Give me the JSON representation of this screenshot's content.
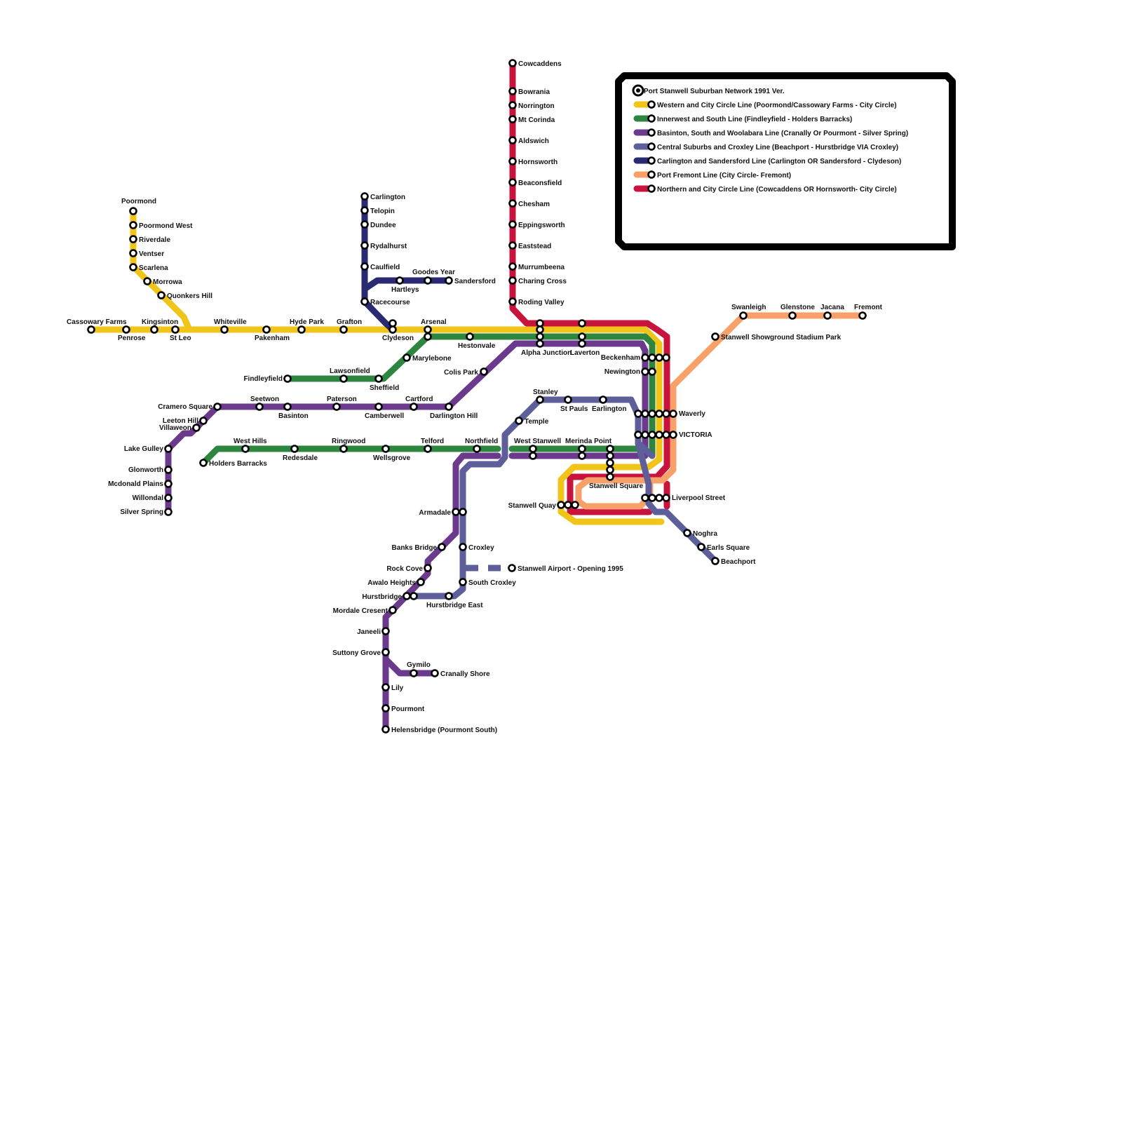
{
  "map": {
    "legend": {
      "title": "Port Stanwell Suburban Network 1991 Ver.",
      "items": [
        {
          "line": "western",
          "label": "Western and City Circle Line (Poormond/Cassowary Farms - City Circle)"
        },
        {
          "line": "innerwest",
          "label": "Innerwest and South Line (Findleyfield - Holders Barracks)"
        },
        {
          "line": "basinton",
          "label": "Basinton, South and Woolabara Line (Cranally Or Pourmont - Silver Spring)"
        },
        {
          "line": "central",
          "label": "Central Suburbs and Croxley Line (Beachport  - Hurstbridge VIA Croxley)"
        },
        {
          "line": "carlington",
          "label": "Carlington and Sandersford Line (Carlington OR Sandersford - Clydeson)"
        },
        {
          "line": "fremont",
          "label": "Port Fremont Line (City Circle- Fremont)"
        },
        {
          "line": "northern",
          "label": "Northern and City Circle Line (Cowcaddens OR Hornsworth- City Circle)"
        }
      ]
    },
    "lines": {
      "western": {
        "color": "#f0c419"
      },
      "innerwest": {
        "color": "#2e8540"
      },
      "basinton": {
        "color": "#6b3a8c"
      },
      "central": {
        "color": "#5e5f9a"
      },
      "carlington": {
        "color": "#2a2a72"
      },
      "fremont": {
        "color": "#f8a06a"
      },
      "northern": {
        "color": "#c8143c"
      }
    },
    "stations": {
      "poormond": "Poormond",
      "poormond_west": "Poormond West",
      "riverdale": "Riverdale",
      "ventser": "Ventser",
      "scarlena": "Scarlena",
      "morrowa": "Morrowa",
      "quonkers_hill": "Quonkers Hill",
      "cassowary_farms": "Cassowary Farms",
      "penrose": "Penrose",
      "kingsinton": "Kingsinton",
      "st_leo": "St Leo",
      "whiteville": "Whiteville",
      "pakenham": "Pakenham",
      "hyde_park": "Hyde Park",
      "grafton": "Grafton",
      "clydeson": "Clydeson",
      "arsenal": "Arsenal",
      "hestonvale": "Hestonvale",
      "alpha_junction": "Alpha Junction",
      "laverton": "Laverton",
      "beckenham": "Beckenham",
      "newington": "Newington",
      "waverly": "Waverly",
      "victoria": "VICTORIA",
      "liverpool_street": "Liverpool Street",
      "carlington": "Carlington",
      "telopin": "Telopin",
      "dundee": "Dundee",
      "rydalhurst": "Rydalhurst",
      "caulfield": "Caulfield",
      "racecourse": "Racecourse",
      "hartleys": "Hartleys",
      "goodes_year": "Goodes Year",
      "sandersford": "Sandersford",
      "cowcaddens": "Cowcaddens",
      "bowrania": "Bowrania",
      "norrington": "Norrington",
      "mt_corinda": "Mt Corinda",
      "aldswich": "Aldswich",
      "hornsworth": "Hornsworth",
      "beaconsfield": "Beaconsfield",
      "chesham": "Chesham",
      "eppingsworth": "Eppingsworth",
      "eaststead": "Eaststead",
      "murrumbeena": "Murrumbeena",
      "charing_cross": "Charing Cross",
      "roding_valley": "Roding Valley",
      "findleyfield": "Findleyfield",
      "lawsonfield": "Lawsonfield",
      "sheffield": "Sheffield",
      "marylebone": "Marylebone",
      "colis_park": "Colis Park",
      "cramero_square": "Cramero Square",
      "seetwon": "Seetwon",
      "basinton": "Basinton",
      "paterson": "Paterson",
      "camberwell": "Camberwell",
      "cartford": "Cartford",
      "darlington_hill": "Darlington Hill",
      "leeton_hill": "Leeton Hill",
      "villaweon": "Villaweon",
      "lake_gulley": "Lake Gulley",
      "glonworth": "Glonworth",
      "mcdonald_plains": "Mcdonald Plains",
      "willondal": "Willondal",
      "silver_spring": "Silver Spring",
      "holders_barracks": "Holders Barracks",
      "west_hills": "West Hills",
      "redesdale": "Redesdale",
      "ringwood": "Ringwood",
      "wellsgrove": "Wellsgrove",
      "telford": "Telford",
      "northfield": "Northfield",
      "west_stanwell": "West Stanwell",
      "merinda_point": "Merinda Point",
      "stanwell_square": "Stanwell Square",
      "stanwell_quay": "Stanwell Quay",
      "stanley": "Stanley",
      "temple": "Temple",
      "st_pauls": "St Pauls",
      "earlington": "Earlington",
      "armadale": "Armadale",
      "banks_bridge": "Banks Bridge",
      "croxley": "Croxley",
      "rock_cove": "Rock Cove",
      "stanwell_airport": "Stanwell Airport - Opening 1995",
      "awalo_heights": "Awalo Heights",
      "south_croxley": "South Croxley",
      "hurstbridge": "Hurstbridge",
      "hurstbridge_east": "Hurstbridge East",
      "mordale_cresent": "Mordale Cresent",
      "janeeli": "Janeeli",
      "suttony_grove": "Suttony Grove",
      "gymilo": "Gymilo",
      "cranally_shore": "Cranally Shore",
      "lily": "Lily",
      "pourmont": "Pourmont",
      "helensbridge": "Helensbridge (Pourmont South)",
      "noghra": "Noghra",
      "earls_square": "Earls Square",
      "beachport": "Beachport",
      "swanleigh": "Swanleigh",
      "glenstone": "Glenstone",
      "jacana": "Jacana",
      "fremont": "Fremont",
      "stanwell_showground": "Stanwell Showground Stadium Park"
    }
  }
}
